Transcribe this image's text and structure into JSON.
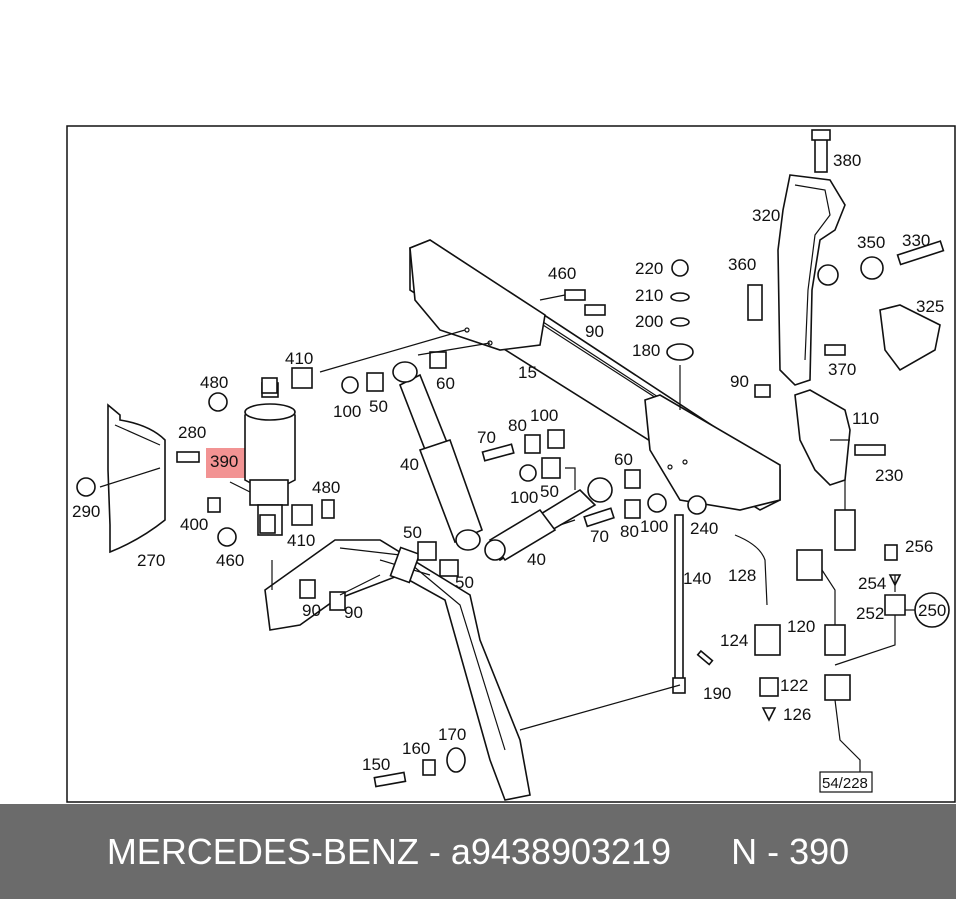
{
  "highlight_color": "#f08080",
  "footer": {
    "brand": "MERCEDES-BENZ",
    "separator1": " - ",
    "part_number": "a9438903219",
    "gap": "      ",
    "n_label": "N",
    "separator2": " - ",
    "n_value": "390"
  },
  "callouts": {
    "c15": "15",
    "c40a": "40",
    "c40b": "40",
    "c50a": "50",
    "c50b": "50",
    "c50c": "50",
    "c50d": "50",
    "c60a": "60",
    "c60b": "60",
    "c70a": "70",
    "c70b": "70",
    "c80a": "80",
    "c80b": "80",
    "c90a": "90",
    "c90b": "90",
    "c90c": "90",
    "c90d": "90",
    "c100a": "100",
    "c100b": "100",
    "c100c": "100",
    "c100d": "100",
    "c110": "110",
    "c120": "120",
    "c122": "122",
    "c124": "124",
    "c126": "126",
    "c128": "128",
    "c140": "140",
    "c150": "150",
    "c160": "160",
    "c170": "170",
    "c180": "180",
    "c190": "190",
    "c200": "200",
    "c210": "210",
    "c220": "220",
    "c230": "230",
    "c240": "240",
    "c250": "250",
    "c252": "252",
    "c254": "254",
    "c256": "256",
    "c270": "270",
    "c280": "280",
    "c290": "290",
    "c320": "320",
    "c325": "325",
    "c330": "330",
    "c350": "350",
    "c360": "360",
    "c370": "370",
    "c380": "380",
    "c390": "390",
    "c400": "400",
    "c410a": "410",
    "c410b": "410",
    "c460a": "460",
    "c460b": "460",
    "c480a": "480",
    "c480b": "480",
    "c54228": "54/228"
  }
}
